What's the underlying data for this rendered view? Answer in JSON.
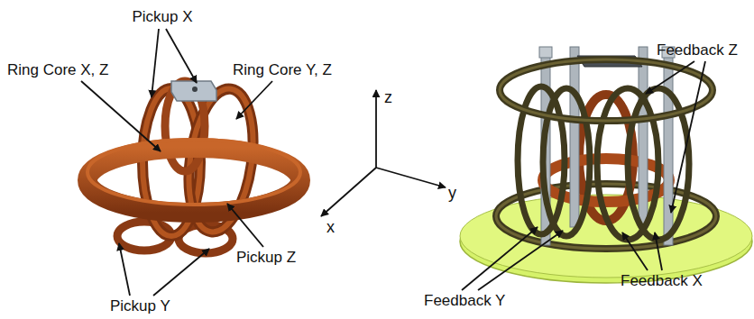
{
  "diagram": {
    "labels": [
      "Pickup X",
      "Ring Core X, Z",
      "Ring Core Y, Z",
      "Pickup Z",
      "Pickup Y",
      "z",
      "y",
      "x",
      "Feedback Z",
      "Feedback Y",
      "Feedback X"
    ]
  }
}
